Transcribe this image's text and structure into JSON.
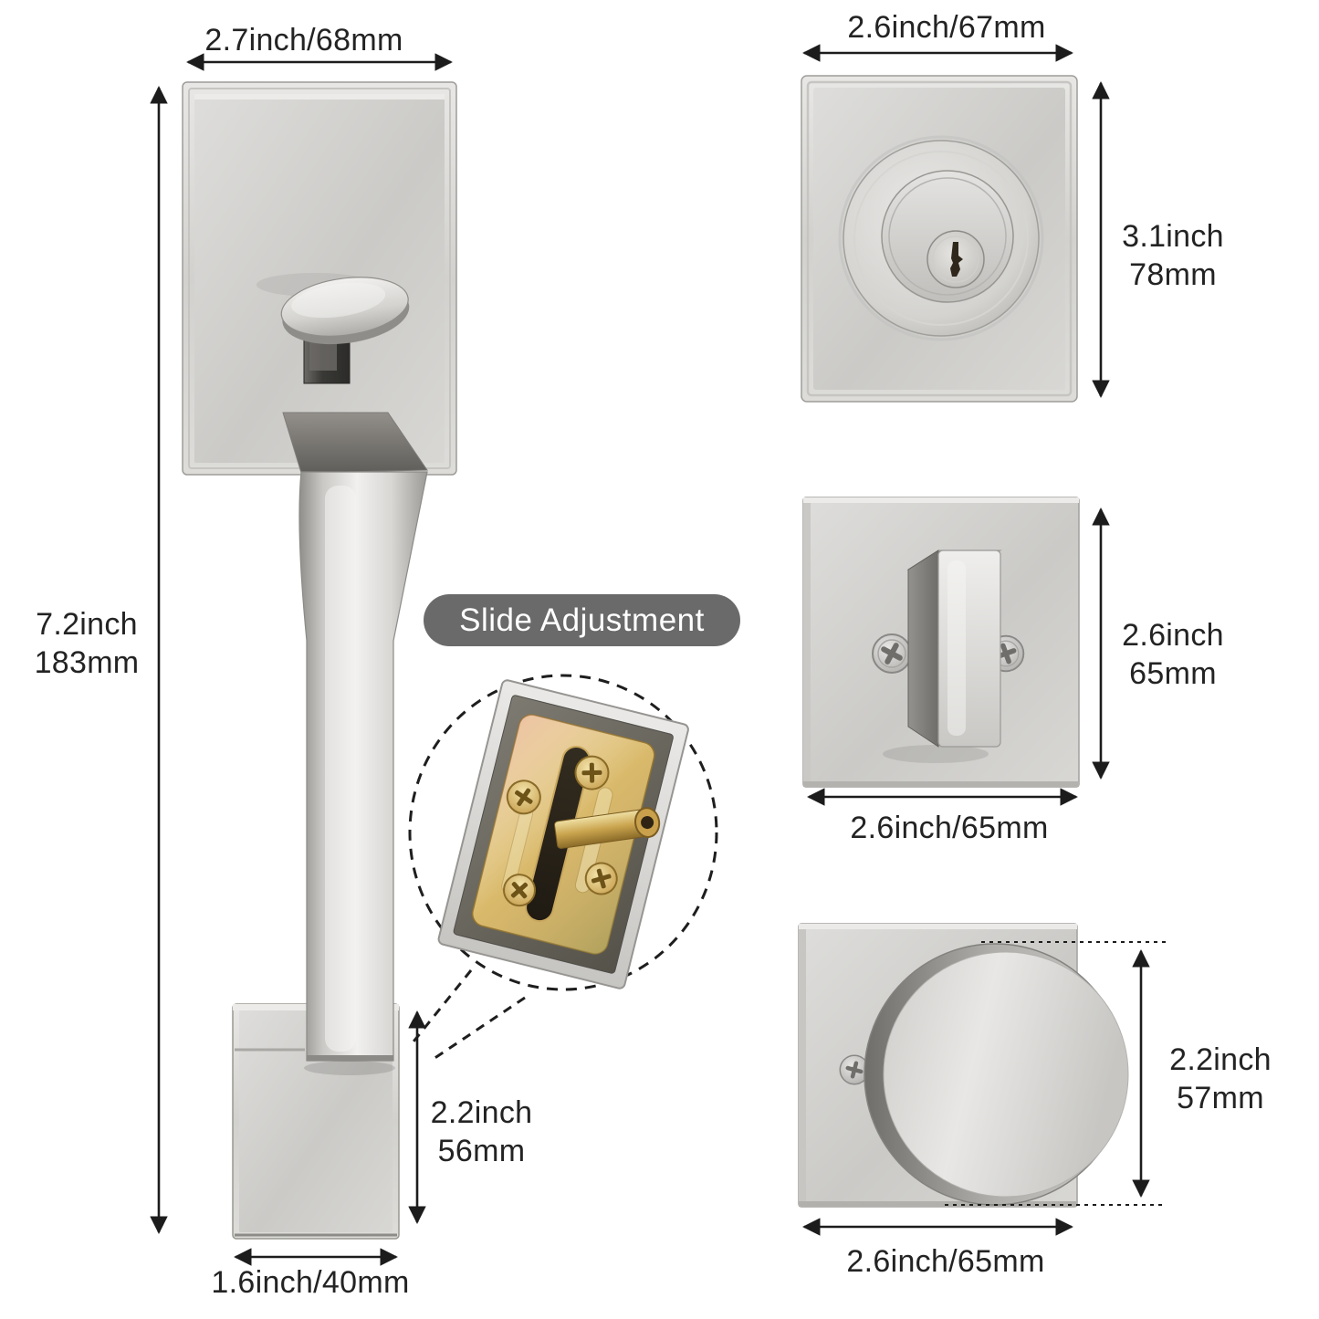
{
  "badge": {
    "label": "Slide Adjustment"
  },
  "dimensions": {
    "handleset_width": "2.7inch/68mm",
    "handleset_height_in": "7.2inch",
    "handleset_height_mm": "183mm",
    "handleset_base_width": "1.6inch/40mm",
    "handleset_base_height_in": "2.2inch",
    "handleset_base_height_mm": "56mm",
    "deadbolt_width": "2.6inch/67mm",
    "deadbolt_height_in": "3.1inch",
    "deadbolt_height_mm": "78mm",
    "thumbturn_height_in": "2.6inch",
    "thumbturn_height_mm": "65mm",
    "thumbturn_width": "2.6inch/65mm",
    "knob_diameter_in": "2.2inch",
    "knob_diameter_mm": "57mm",
    "knob_rose_width": "2.6inch/65mm"
  },
  "colors": {
    "background": "#ffffff",
    "dimension_lines": "#1c1c1c",
    "badge_background": "#6a6a6a",
    "badge_text": "#ffffff",
    "satin_nickel": "#d6d5d2",
    "brass_plate": "#d9b96a"
  }
}
